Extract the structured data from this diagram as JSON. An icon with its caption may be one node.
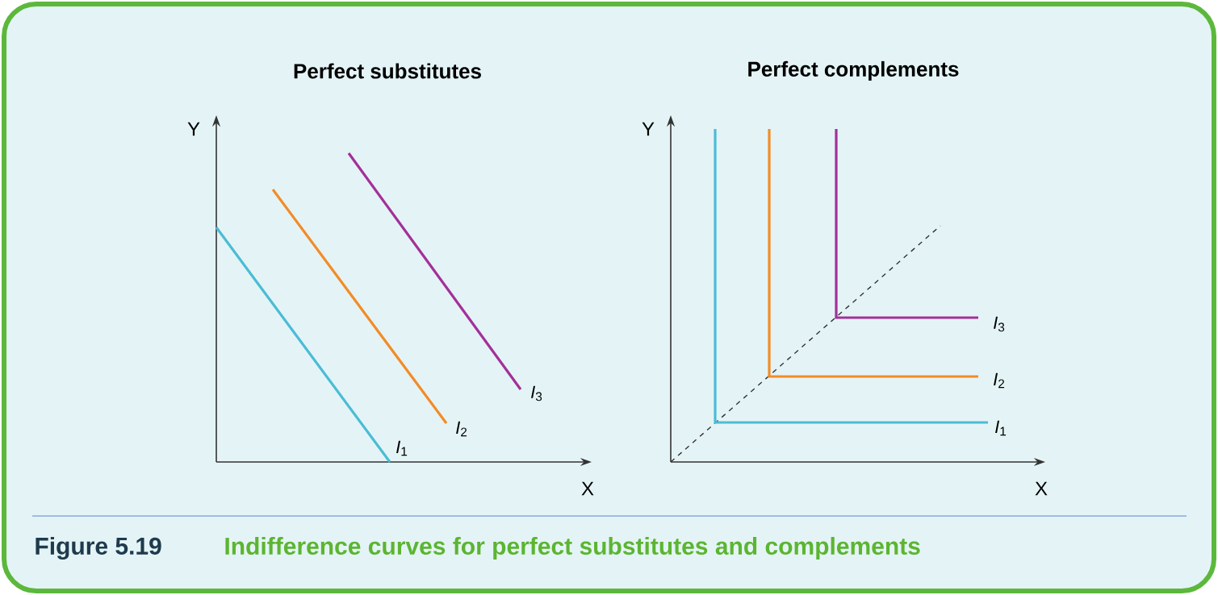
{
  "diagram": {
    "caption": "Indifference curves for perfect substitutes and complements",
    "labels": [
      "Perfect substitutes",
      "Perfect complements",
      "Y",
      "Y",
      "*I*$_{3}$",
      "*I*$_{2}$",
      "*I*$_{1}$",
      "X",
      "*I*$_{3}$",
      "*I*$_{2}$",
      "*I*$_{1}$",
      "X",
      "Figure 5.19"
    ]
  }
}
